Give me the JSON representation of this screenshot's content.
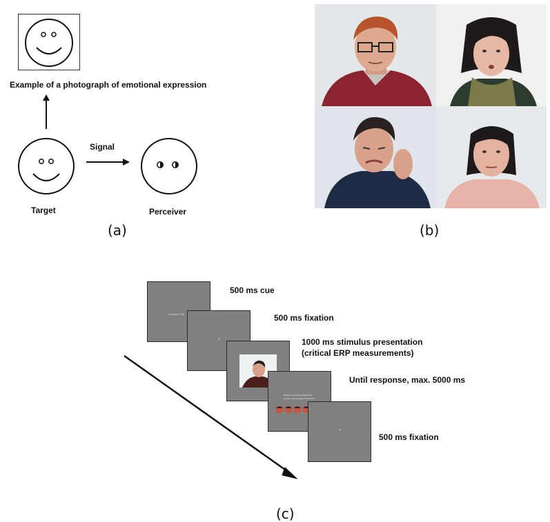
{
  "panel_a": {
    "caption": "Example of a photograph of emotional expression",
    "signal_label": "Signal",
    "target_label": "Target",
    "perceiver_label": "Perceiver",
    "panel_label": "(a)"
  },
  "panel_b": {
    "panel_label": "(b)",
    "colors": {
      "wall": "#e8ecef",
      "skin": "#d9a58f",
      "hair_red": "#b5552a",
      "hair_dark": "#2a2220"
    }
  },
  "panel_c": {
    "panel_label": "(c)",
    "steps": [
      {
        "label": "500 ms cue",
        "screen_text": "Welcher Trial"
      },
      {
        "label": "500 ms fixation",
        "screen_text": "+"
      },
      {
        "label_line1": "1000 ms stimulus presentation",
        "label_line2": "(critical ERP measurements)"
      },
      {
        "label": "Until response, max. 5000 ms",
        "screen_text_line1": "Welches Gesicht entspricht der",
        "screen_text_line2": "Emotion des gezeigten Gesichts?"
      },
      {
        "label": "500 ms fixation",
        "screen_text": "+"
      }
    ],
    "colors": {
      "screen": "#808080"
    }
  }
}
